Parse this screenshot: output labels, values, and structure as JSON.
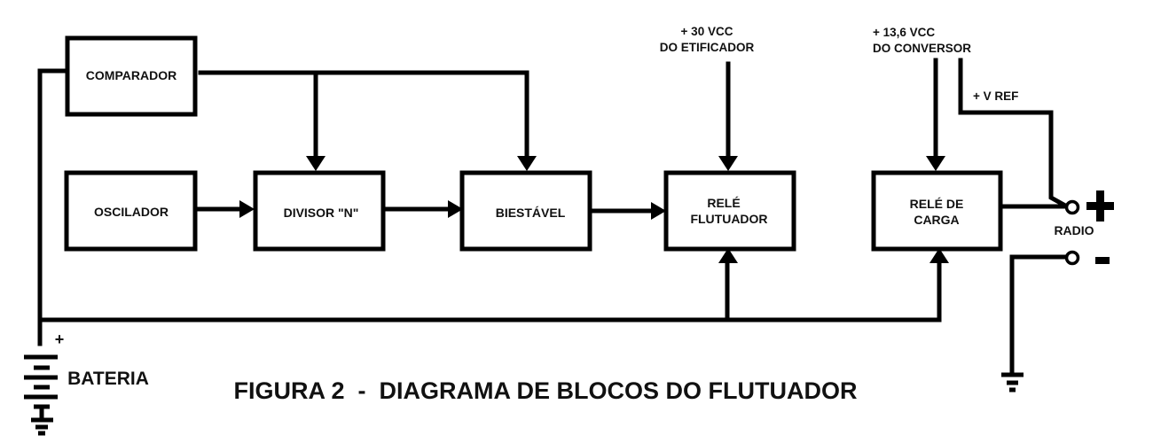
{
  "figure": {
    "caption": "FIGURA 2  -  DIAGRAMA DE BLOCOS DO FLUTUADOR"
  },
  "blocks": {
    "comparador": "COMPARADOR",
    "oscilador": "OSCILADOR",
    "divisor": "DIVISOR \"N\"",
    "biestavel": "BIESTÁVEL",
    "rele_flutuador": {
      "line1": "RELÉ",
      "line2": "FLUTUADOR"
    },
    "rele_carga": {
      "line1": "RELÉ DE",
      "line2": "CARGA"
    }
  },
  "sources": {
    "etificador": {
      "line1": "+ 30 VCC",
      "line2": "DO ETIFICADOR"
    },
    "conversor": {
      "line1": "+ 13,6 VCC",
      "line2": "DO CONVERSOR"
    },
    "vref": "+ V REF"
  },
  "battery": {
    "label": "BATERIA",
    "plus": "+"
  },
  "radio": {
    "label": "RADIO",
    "plus": "+",
    "minus": "-"
  },
  "icons": {
    "battery": "battery-symbol",
    "ground": "ground-symbol",
    "terminal": "terminal-circle"
  }
}
